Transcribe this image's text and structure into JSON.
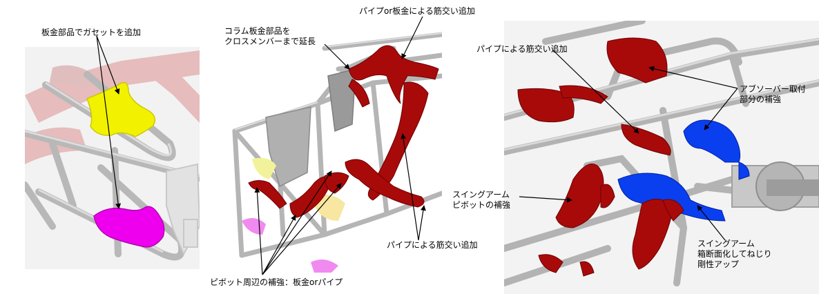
{
  "colors": {
    "reinforcement_red": "#a80a0a",
    "gusset_yellow": "#f2f200",
    "gusset_magenta": "#ee00ee",
    "damper_blue": "#0a3ff0",
    "frame_gray": "#bdbdbd"
  },
  "labels": {
    "gusset": "板金部品でガセットを追加",
    "column_line1": "コラム板金部品を",
    "column_line2": "クロスメンバーまで延長",
    "pipe_or_sheet_brace": "パイプor板金による筋交い追加",
    "pipe_brace_center": "パイプによる筋交い追加",
    "pivot_reinforcement": "ピボット周辺の補強：板金orパイプ",
    "pipe_brace_right": "パイプによる筋交い追加",
    "absorber_line1": "アブソーバー取付",
    "absorber_line2": "部分の補強",
    "swingarm_pivot_line1": "スイングアーム",
    "swingarm_pivot_line2": "ピボットの補強",
    "swingarm_box_line1": "スイングアーム",
    "swingarm_box_line2": "箱断面化してねじり",
    "swingarm_box_line3": "剛性アップ"
  }
}
